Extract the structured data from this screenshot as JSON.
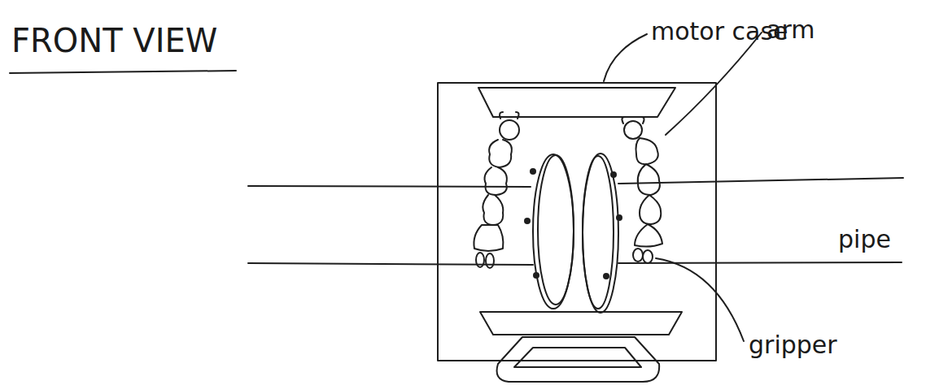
{
  "diagram": {
    "title": "FRONT VIEW",
    "labels": [
      "motor case",
      "arm",
      "pipe",
      "gripper"
    ]
  }
}
